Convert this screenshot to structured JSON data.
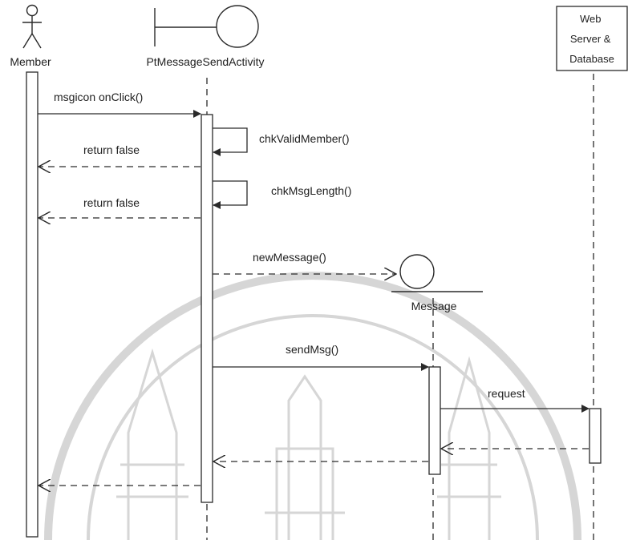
{
  "colors": {
    "line": "#2a2a2a",
    "watermark": "#d0d0d0",
    "background": "#ffffff"
  },
  "actors": [
    {
      "label": "Member",
      "icon": "stick-figure-icon"
    },
    {
      "label": "PtMessageSendActivity",
      "icon": "boundary-icon"
    },
    {
      "label": "Message",
      "icon": "entity-icon"
    },
    {
      "label": "Web Server & Database",
      "lines": [
        "Web",
        "Server &",
        "Database"
      ],
      "icon": "node-box"
    }
  ],
  "messages": [
    {
      "label": "msgicon onClick()",
      "kind": "sync"
    },
    {
      "label": "chkValidMember()",
      "kind": "self"
    },
    {
      "label": "return false",
      "kind": "return"
    },
    {
      "label": "chkMsgLength()",
      "kind": "self"
    },
    {
      "label": "return false",
      "kind": "return"
    },
    {
      "label": "newMessage()",
      "kind": "create"
    },
    {
      "label": "sendMsg()",
      "kind": "sync"
    },
    {
      "label": "request",
      "kind": "sync"
    },
    {
      "label": "",
      "kind": "return"
    },
    {
      "label": "",
      "kind": "return"
    },
    {
      "label": "",
      "kind": "return"
    }
  ]
}
